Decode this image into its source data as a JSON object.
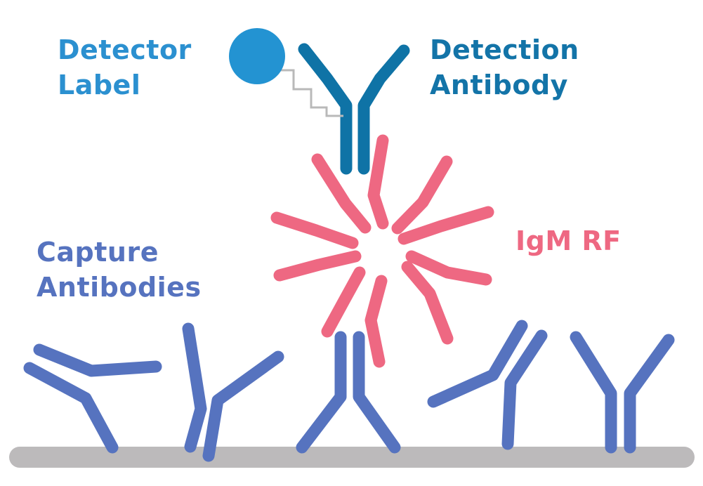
{
  "labels": {
    "detector_label": [
      "Detector",
      "Label"
    ],
    "detection_antibody": [
      "Detection",
      "Antibody"
    ],
    "igm_rf": "IgM RF",
    "capture_antibodies": [
      "Capture",
      "Antibodies"
    ]
  },
  "colors": {
    "detector_text": "#2b90d0",
    "detection_antibody": "#0f73a6",
    "detection_text": "#1374a8",
    "igm": "#ee6882",
    "capture_antibody": "#5673bf",
    "surface": "#bcbabb",
    "linker": "#b9b9b9",
    "detector_circle": "#2393d2"
  },
  "icons": {
    "detector": "detector-label-circle-icon",
    "detection": "detection-antibody-icon",
    "igm": "igm-rf-pentamer-icon",
    "capture": "capture-antibody-icon"
  }
}
